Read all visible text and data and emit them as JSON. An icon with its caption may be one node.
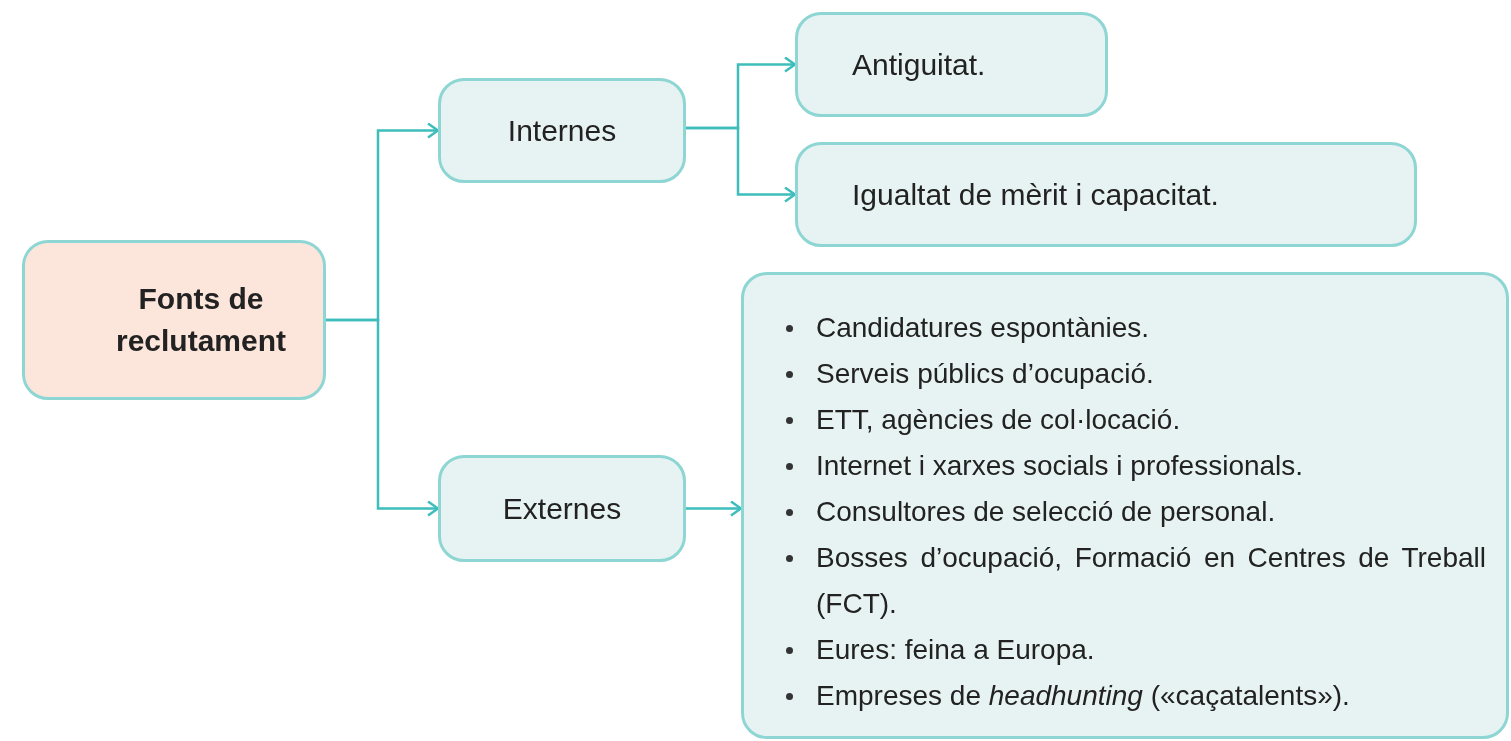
{
  "diagram": {
    "nodes": [
      {
        "text": [
          "Fonts de reclutament"
        ]
      },
      {
        "text": [
          "Internes"
        ]
      },
      {
        "text": [
          "Externes"
        ]
      },
      {
        "text": [
          "Antiguitat."
        ]
      },
      {
        "text": [
          "Igualtat de mèrit i capacitat."
        ]
      },
      {
        "text": [
          "Candidatures espontànies.",
          "Serveis públics d’ocupació.",
          "ETT, agències de col·locació.",
          "Internet i xarxes socials i professionals.",
          "Consultores de selecció de personal.",
          "Bosses d’ocupació, Formació en Centres de Treball (FCT).",
          "Eures: feina a Europa.",
          "Empreses de *headhunting* («caçatalents»)."
        ]
      }
    ],
    "edges": [
      {
        "from": 0,
        "to": 1,
        "arrow": "to"
      },
      {
        "from": 0,
        "to": 2,
        "arrow": "to"
      },
      {
        "from": 1,
        "to": 3,
        "arrow": "to"
      },
      {
        "from": 1,
        "to": 4,
        "arrow": "to"
      },
      {
        "from": 2,
        "to": 5,
        "arrow": "to"
      }
    ]
  }
}
